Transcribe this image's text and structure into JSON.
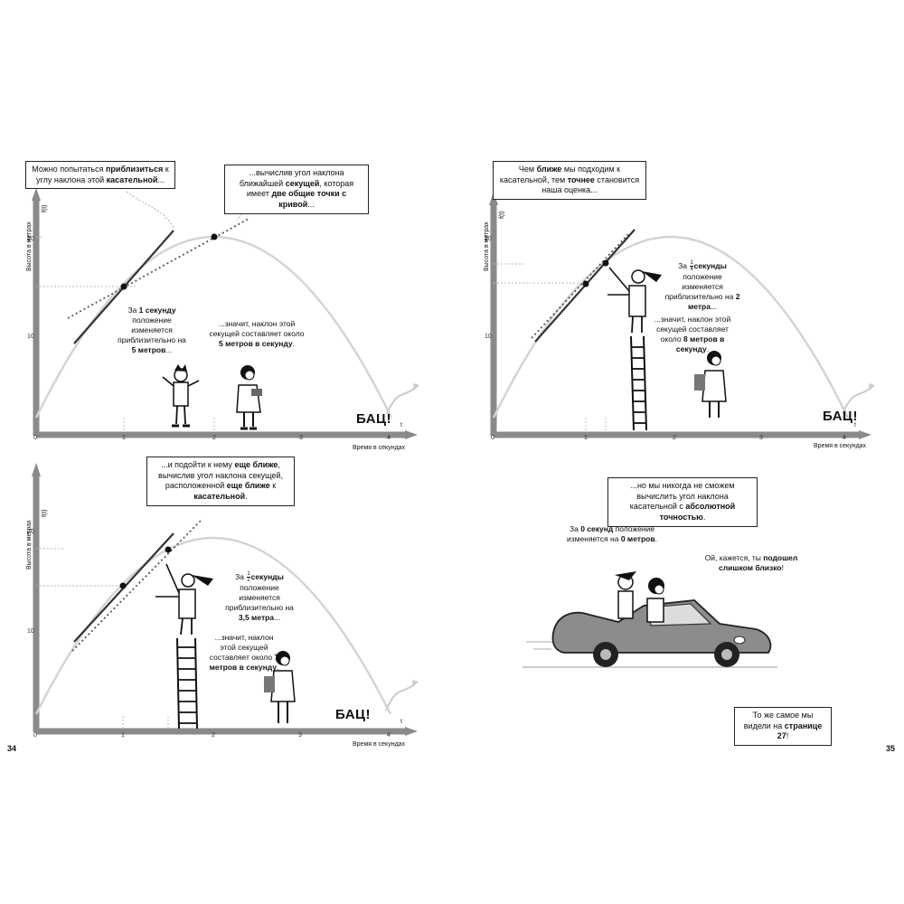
{
  "page_left_number": "34",
  "page_right_number": "35",
  "axis": {
    "ylabel": "Высота в метрах",
    "xlabel": "Время в секундах",
    "fn": "f(t)",
    "t": "t",
    "y_ticks": [
      "10",
      "20"
    ],
    "x_ticks": [
      "0",
      "1",
      "2",
      "3",
      "4"
    ]
  },
  "bang": "БАЦ!",
  "panel1": {
    "bubble1": {
      "pre": "Можно попытаться ",
      "b1": "приблизиться",
      "mid": " к углу наклона этой ",
      "b2": "касательной",
      "post": "..."
    },
    "bubble2": {
      "pre": "...вычислив угол наклона ближайшей ",
      "b1": "секущей",
      "mid": ", которая имеет ",
      "b2": "две общие точки с кривой",
      "post": "..."
    },
    "note1": {
      "pre": "За ",
      "b1": "1 секунду",
      "mid": " положение изменяется приблизительно на ",
      "b2": "5 метров",
      "post": "..."
    },
    "note2": {
      "pre": "...значит, наклон этой секущей составляет около ",
      "b1": "5 метров в секунду",
      "post": "."
    }
  },
  "panel2": {
    "bubble": {
      "pre": "...и подойти к нему ",
      "b1": "еще ближе",
      "mid": ", вычислив угол наклона секущей, расположенной ",
      "b2": "еще ближе",
      "mid2": " к ",
      "b3": "касательной",
      "post": "."
    },
    "note1": {
      "pre": "За ",
      "frac_num": "1",
      "frac_den": "2",
      "b1": "секунды",
      "mid": " положение изменяется приблизительно на ",
      "b2": "3,5 метра",
      "post": "..."
    },
    "note2": {
      "pre": "...значит, наклон этой секущей составляет около ",
      "b1": "7 метров в секунду",
      "post": "."
    }
  },
  "panel3": {
    "bubble": {
      "pre": "Чем ",
      "b1": "ближе",
      "mid": " мы подходим к касательной, тем ",
      "b2": "точнее",
      "post": " становится наша оценка..."
    },
    "note1": {
      "pre": "За ",
      "frac_num": "1",
      "frac_den": "4",
      "b1": "секунды",
      "mid": " положение изменяется приблизительно на ",
      "b2": "2 метра",
      "post": "..."
    },
    "note2": {
      "pre": "...значит, наклон этой секущей составляет около ",
      "b1": "8 метров в секунду",
      "post": "."
    }
  },
  "panel4": {
    "bubble": {
      "pre": "...но мы никогда не сможем вычислить угол наклона касательной с ",
      "b1": "абсолютной точностью",
      "post": "."
    },
    "note1": {
      "pre": "За ",
      "b1": "0 секунд",
      "mid": " положение изменяется на ",
      "b2": "0 метров",
      "post": "."
    },
    "note2": {
      "pre": "Ой, кажется, ты ",
      "b1": "подошел слишком близко",
      "post": "!"
    },
    "bubble2": {
      "pre": "То же самое мы видели на ",
      "b1": "странице 27",
      "post": "!"
    }
  },
  "colors": {
    "curve": "#d4d4d4",
    "axis": "#8a8a8a",
    "line": "#333333",
    "dash": "#bfbfbf"
  }
}
